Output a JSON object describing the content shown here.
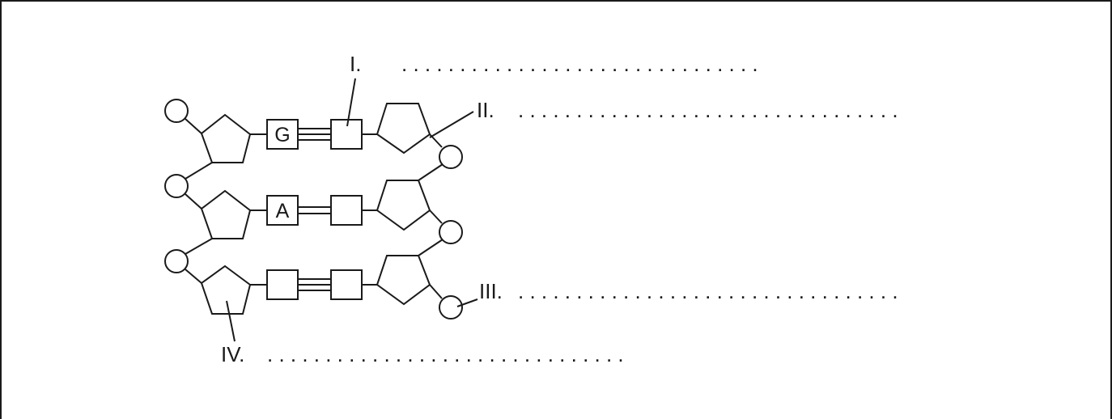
{
  "labels": {
    "one": "I.",
    "two": "II.",
    "three": "III.",
    "four": "IV."
  },
  "answer_dots": {
    "one": ". . . . . . . . . . . . . . . . . . . . . . . . . . . . . . .",
    "two": ". . . . . . . . . . . . . . . . . . . . . . . . . . . . . . . . .",
    "three": ". . . . . . . . . . . . . . . . . . . . . . . . . . . . . . . . .",
    "four": ". . . . . . . . . . . . . . . . . . . . . . . . . . . . . . ."
  },
  "bases": {
    "row1_left": "G",
    "row2_left": "A"
  },
  "colors": {
    "stroke": "#1a1a1a",
    "background": "#ffffff"
  }
}
